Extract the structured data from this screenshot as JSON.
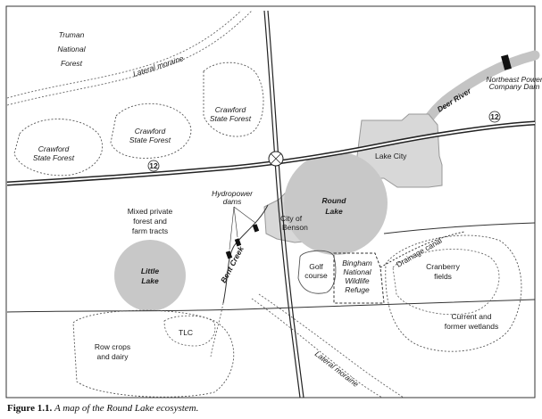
{
  "labels": {
    "truman_forest": [
      "Truman",
      "National",
      "Forest"
    ],
    "lateral_moraine_top": "Lateral moraine",
    "crawford_left": [
      "Crawford",
      "State Forest"
    ],
    "crawford_mid": [
      "Crawford",
      "State Forest"
    ],
    "crawford_right": [
      "Crawford",
      "State Forest"
    ],
    "highway_number": "12",
    "lake_city": "Lake City",
    "round_lake": [
      "Round",
      "Lake"
    ],
    "city_of_benson": [
      "City of",
      "Benson"
    ],
    "hydropower_dams": [
      "Hydropower",
      "dams"
    ],
    "mixed_forest": [
      "Mixed private",
      "forest and",
      "farm tracts"
    ],
    "bent_creek": "Bent Creek",
    "little_lake": [
      "Little",
      "Lake"
    ],
    "golf_course": [
      "Golf",
      "course"
    ],
    "refuge": [
      "Bingham",
      "National",
      "Wildlife",
      "Refuge"
    ],
    "drainage_canal": "Drainage canal",
    "cranberry_fields": [
      "Cranberry",
      "fields"
    ],
    "wetlands": [
      "Current and",
      "former wetlands"
    ],
    "tlc": "TLC",
    "row_crops": [
      "Row crops",
      "and dairy"
    ],
    "lateral_moraine_bottom": "Lateral moraine",
    "deer_river": "Deer River",
    "power_dam": [
      "Northeast Power",
      "Company Dam"
    ]
  },
  "caption": {
    "figure": "Figure 1.1.",
    "text": "A map of the Round Lake ecosystem."
  },
  "colors": {
    "lake": "#c8c8c8",
    "city": "#d8d8d8",
    "river": "#c4c4c4",
    "dam": "#111111"
  }
}
